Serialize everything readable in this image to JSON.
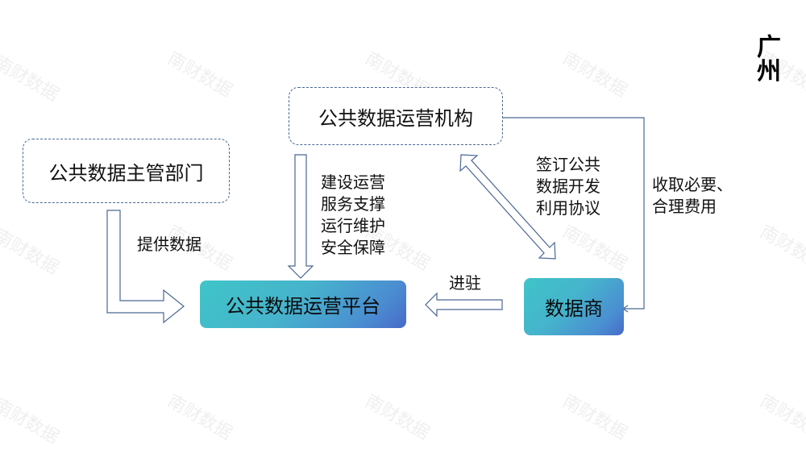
{
  "title": "广州",
  "nodes": {
    "authority": "公共数据主管部门",
    "operator_org": "公共数据运营机构",
    "platform": "公共数据运营平台",
    "data_vendor": "数据商"
  },
  "edges": {
    "provide_data": "提供数据",
    "operator_to_platform": [
      "建设运营",
      "服务支撑",
      "运行维护",
      "安全保障"
    ],
    "agreement": [
      "签订公共",
      "数据开发",
      "利用协议"
    ],
    "fees": [
      "收取必要、",
      "合理费用"
    ],
    "settle_in": "进驻"
  },
  "colors": {
    "arrow_stroke": "#4a6794",
    "gradient_start": "#3fc5c8",
    "gradient_end": "#4869c8"
  },
  "watermark": "南财数据"
}
